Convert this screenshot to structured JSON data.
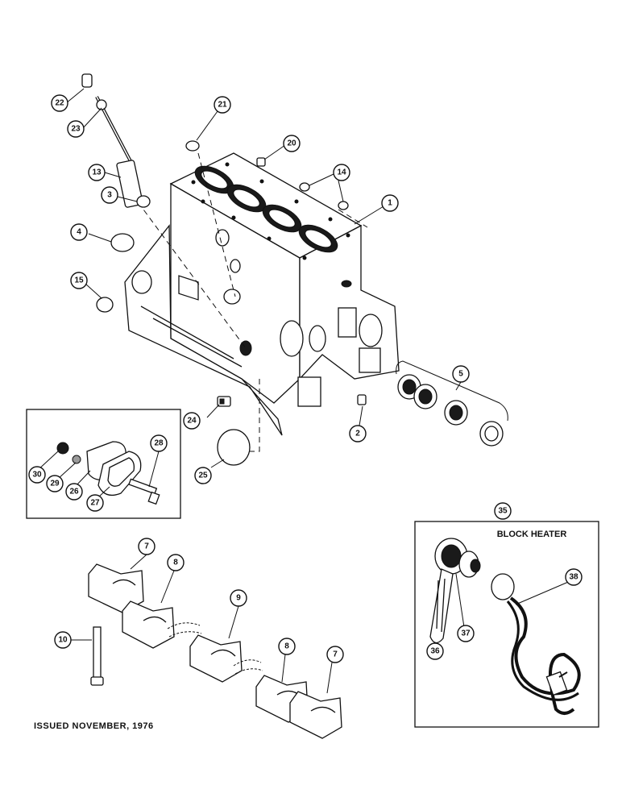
{
  "footer": {
    "issued": "ISSUED NOVEMBER, 1976"
  },
  "inset": {
    "title": "BLOCK HEATER",
    "group_callout": "35"
  },
  "callouts": [
    {
      "id": "c1",
      "text": "1"
    },
    {
      "id": "c2",
      "text": "2"
    },
    {
      "id": "c3",
      "text": "3"
    },
    {
      "id": "c4",
      "text": "4"
    },
    {
      "id": "c5",
      "text": "5"
    },
    {
      "id": "c7a",
      "text": "7"
    },
    {
      "id": "c7b",
      "text": "7"
    },
    {
      "id": "c8a",
      "text": "8"
    },
    {
      "id": "c8b",
      "text": "8"
    },
    {
      "id": "c9",
      "text": "9"
    },
    {
      "id": "c10",
      "text": "10"
    },
    {
      "id": "c13",
      "text": "13"
    },
    {
      "id": "c14",
      "text": "14"
    },
    {
      "id": "c15",
      "text": "15"
    },
    {
      "id": "c20",
      "text": "20"
    },
    {
      "id": "c21",
      "text": "21"
    },
    {
      "id": "c22",
      "text": "22"
    },
    {
      "id": "c23",
      "text": "23"
    },
    {
      "id": "c24",
      "text": "24"
    },
    {
      "id": "c25",
      "text": "25"
    },
    {
      "id": "c26",
      "text": "26"
    },
    {
      "id": "c27",
      "text": "27"
    },
    {
      "id": "c28",
      "text": "28"
    },
    {
      "id": "c29",
      "text": "29"
    },
    {
      "id": "c30",
      "text": "30"
    },
    {
      "id": "c36",
      "text": "36"
    },
    {
      "id": "c37",
      "text": "37"
    },
    {
      "id": "c38",
      "text": "38"
    }
  ]
}
